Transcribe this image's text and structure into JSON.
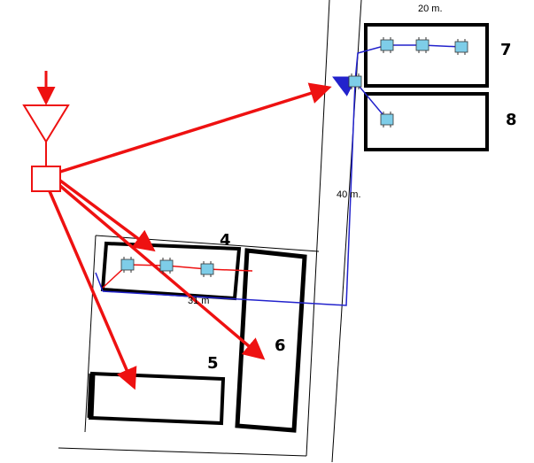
{
  "dimensions": {
    "top_width": "20 m.",
    "vertical_run": "40 m.",
    "horizontal_run": "31 m"
  },
  "buildings": {
    "b4": "4",
    "b5": "5",
    "b6": "6",
    "b7": "7",
    "b8": "8"
  },
  "colors": {
    "signal": "#ee1111",
    "cable": "#2222cc",
    "device": "#7ecde8",
    "outline": "#000000"
  },
  "icons": {
    "source": "antenna-triangle-icon",
    "repeater": "splitter-box-icon"
  }
}
